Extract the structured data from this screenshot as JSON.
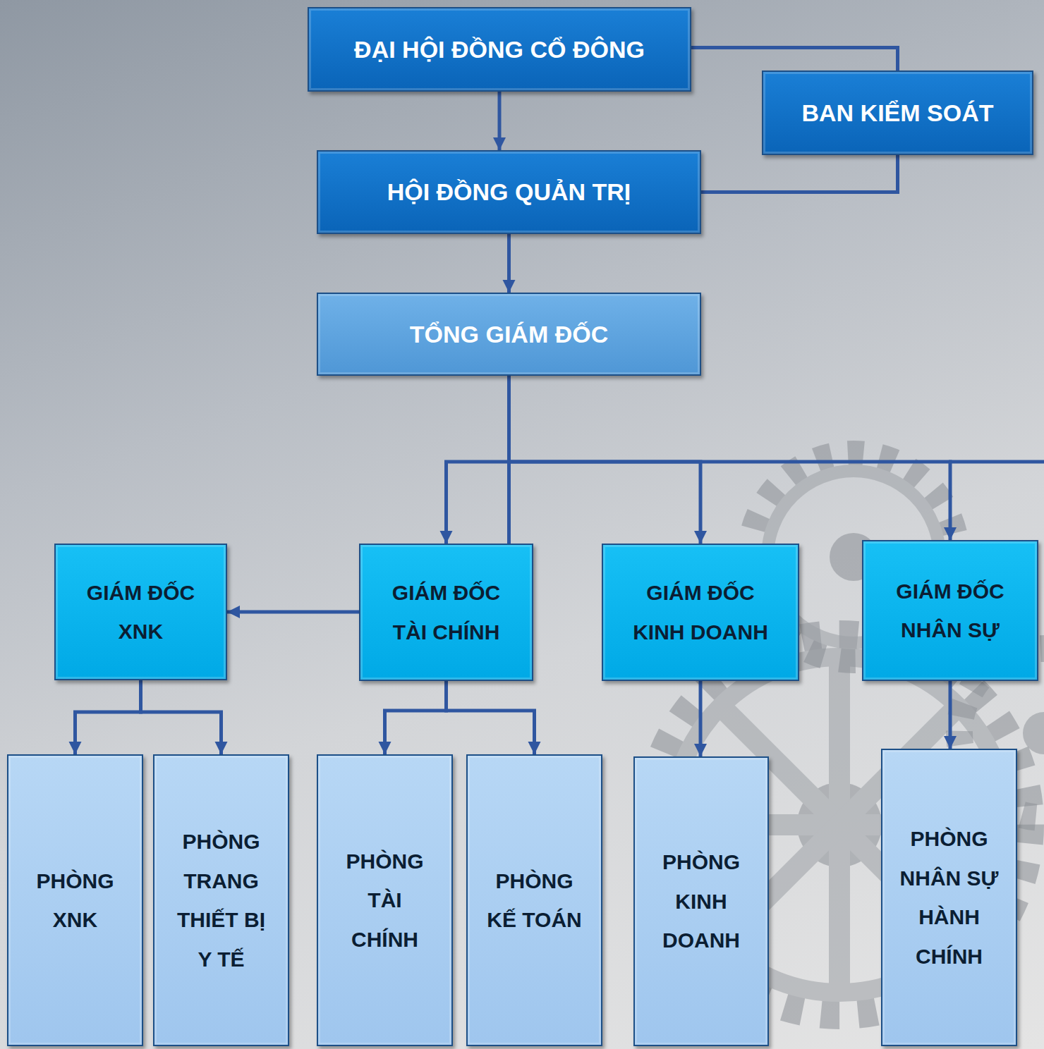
{
  "diagram": {
    "nodes": [
      {
        "text": [
          "ĐẠI HỘI ĐỒNG CỔ ĐÔNG"
        ]
      },
      {
        "text": [
          "BAN KIỂM SOÁT"
        ]
      },
      {
        "text": [
          "HỘI ĐỒNG QUẢN TRỊ"
        ]
      },
      {
        "text": [
          "TỔNG GIÁM ĐỐC"
        ]
      },
      {
        "text": [
          "GIÁM ĐỐC XNK"
        ]
      },
      {
        "text": [
          "GIÁM ĐỐC TÀI CHÍNH"
        ]
      },
      {
        "text": [
          "GIÁM ĐỐC KINH DOANH"
        ]
      },
      {
        "text": [
          "GIÁM ĐỐC NHÂN SỰ"
        ]
      },
      {
        "text": [
          "PHÒNG XNK"
        ]
      },
      {
        "text": [
          "PHÒNG TRANG THIẾT BỊ Y TẾ"
        ]
      },
      {
        "text": [
          "PHÒNG TÀI CHÍNH"
        ]
      },
      {
        "text": [
          "PHÒNG KẾ TOÁN"
        ]
      },
      {
        "text": [
          "PHÒNG KINH DOANH"
        ]
      },
      {
        "text": [
          "PHÒNG NHÂN SỰ HÀNH CHÍNH"
        ]
      }
    ],
    "edges": [
      {
        "from": 0,
        "to": 1,
        "arrow": "none"
      },
      {
        "from": 0,
        "to": 2,
        "arrow": "to"
      },
      {
        "from": 1,
        "to": 2,
        "arrow": "none"
      },
      {
        "from": 2,
        "to": 3,
        "arrow": "to"
      },
      {
        "from": 3,
        "to": 4,
        "arrow": "to"
      },
      {
        "from": 3,
        "to": 5,
        "arrow": "to"
      },
      {
        "from": 3,
        "to": 6,
        "arrow": "to"
      },
      {
        "from": 3,
        "to": 7,
        "arrow": "to"
      },
      {
        "from": 4,
        "to": 8,
        "arrow": "to"
      },
      {
        "from": 4,
        "to": 9,
        "arrow": "to"
      },
      {
        "from": 5,
        "to": 10,
        "arrow": "to"
      },
      {
        "from": 5,
        "to": 11,
        "arrow": "to"
      },
      {
        "from": 6,
        "to": 12,
        "arrow": "to"
      },
      {
        "from": 7,
        "to": 13,
        "arrow": "to"
      }
    ]
  }
}
